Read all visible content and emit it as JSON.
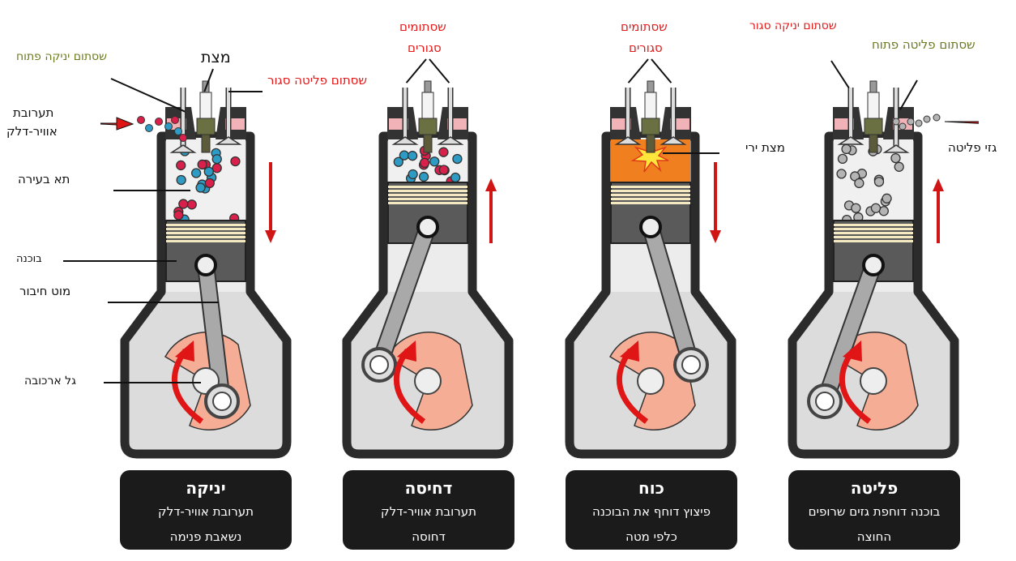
{
  "colors": {
    "intake_label": "#6b7a1e",
    "closed_label": "#e21a1a",
    "chamber_power": "#f07f1f",
    "fuel_red": "#d8204a",
    "fuel_blue": "#2d9bc4",
    "exhaust_gray": "#b4b4b4"
  },
  "labels": {
    "intake_valve_open": "שסתום יניקה פתוח",
    "spark_plug": "מצת",
    "exhaust_valve_closed": "שסתום פליטה סגור",
    "air_fuel_mixture_line1": "תערובת",
    "air_fuel_mixture_line2": "אוויר-דלק",
    "combustion_chamber": "תא בעירה",
    "piston": "בוכנה",
    "connecting_rod": "מוט חיבור",
    "crankshaft": "גל ארכובה",
    "valves_closed_1_line1": "שסתומים",
    "valves_closed_1_line2": "סגורים",
    "valves_closed_2_line1": "שסתומים",
    "valves_closed_2_line2": "סגורים",
    "spark_fired": "מצת ירי",
    "intake_valve_closed": "שסתום יניקה סגור",
    "exhaust_valve_open": "שסתום פליטה פתוח",
    "exhaust_gases": "גזי פליטה"
  },
  "strokes": [
    {
      "title": "יניקה",
      "line1": "תערובת אוויר-דלק",
      "line2": "נשאבת פנימה"
    },
    {
      "title": "דחיסה",
      "line1": "תערובת אוויר-דלק",
      "line2": "דחוסה"
    },
    {
      "title": "כוח",
      "line1": "פיצוץ דוחף את הבוכנה",
      "line2": "כלפי מטה"
    },
    {
      "title": "פליטה",
      "line1": "בוכנה דוחפת גזים שרופים",
      "line2": "החוצה"
    }
  ]
}
